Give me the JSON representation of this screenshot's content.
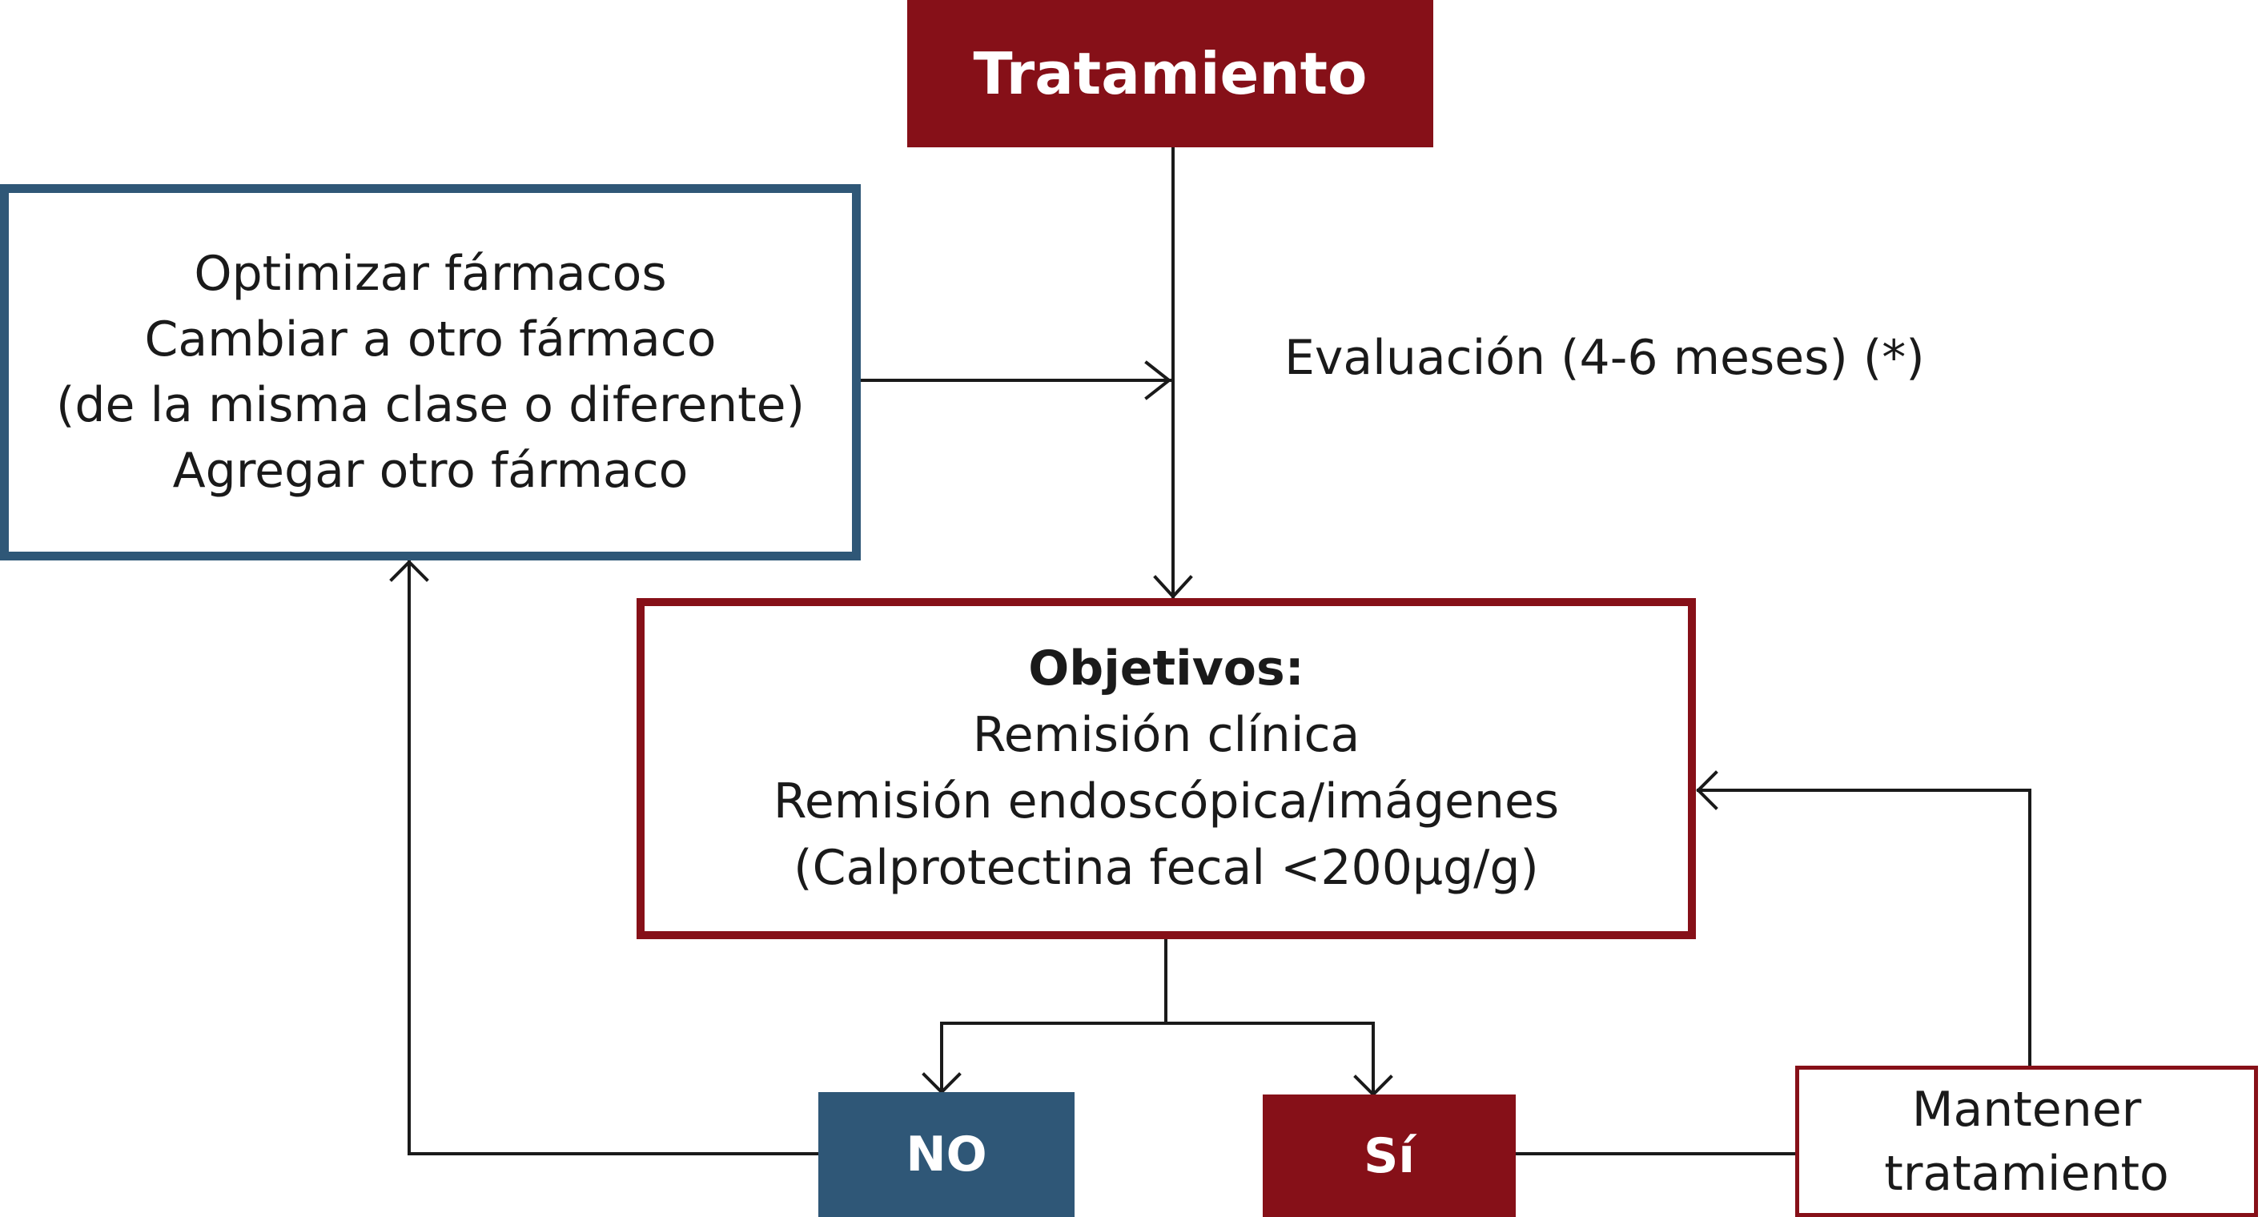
{
  "nodes": {
    "tratamiento": {
      "label": "Tratamiento"
    },
    "options": {
      "lines": [
        "Optimizar fármacos",
        "Cambiar a otro fármaco",
        "(de la misma clase o diferente)",
        "Agregar otro fármaco"
      ]
    },
    "objetivos": {
      "heading": "Objetivos:",
      "lines": [
        "Remisión clínica",
        "Remisión endoscópica/imágenes",
        "(Calprotectina fecal <200µg/g)"
      ]
    },
    "no": {
      "label": "NO"
    },
    "si": {
      "label": "Sí"
    },
    "mantener": {
      "lines": [
        "Mantener",
        "tratamiento"
      ]
    }
  },
  "evaluation": {
    "label": "Evaluación (4-6 meses) (*)"
  },
  "colors": {
    "dark_red": "#861018",
    "steel_blue": "#2f5777",
    "line": "#1a1a1a"
  }
}
